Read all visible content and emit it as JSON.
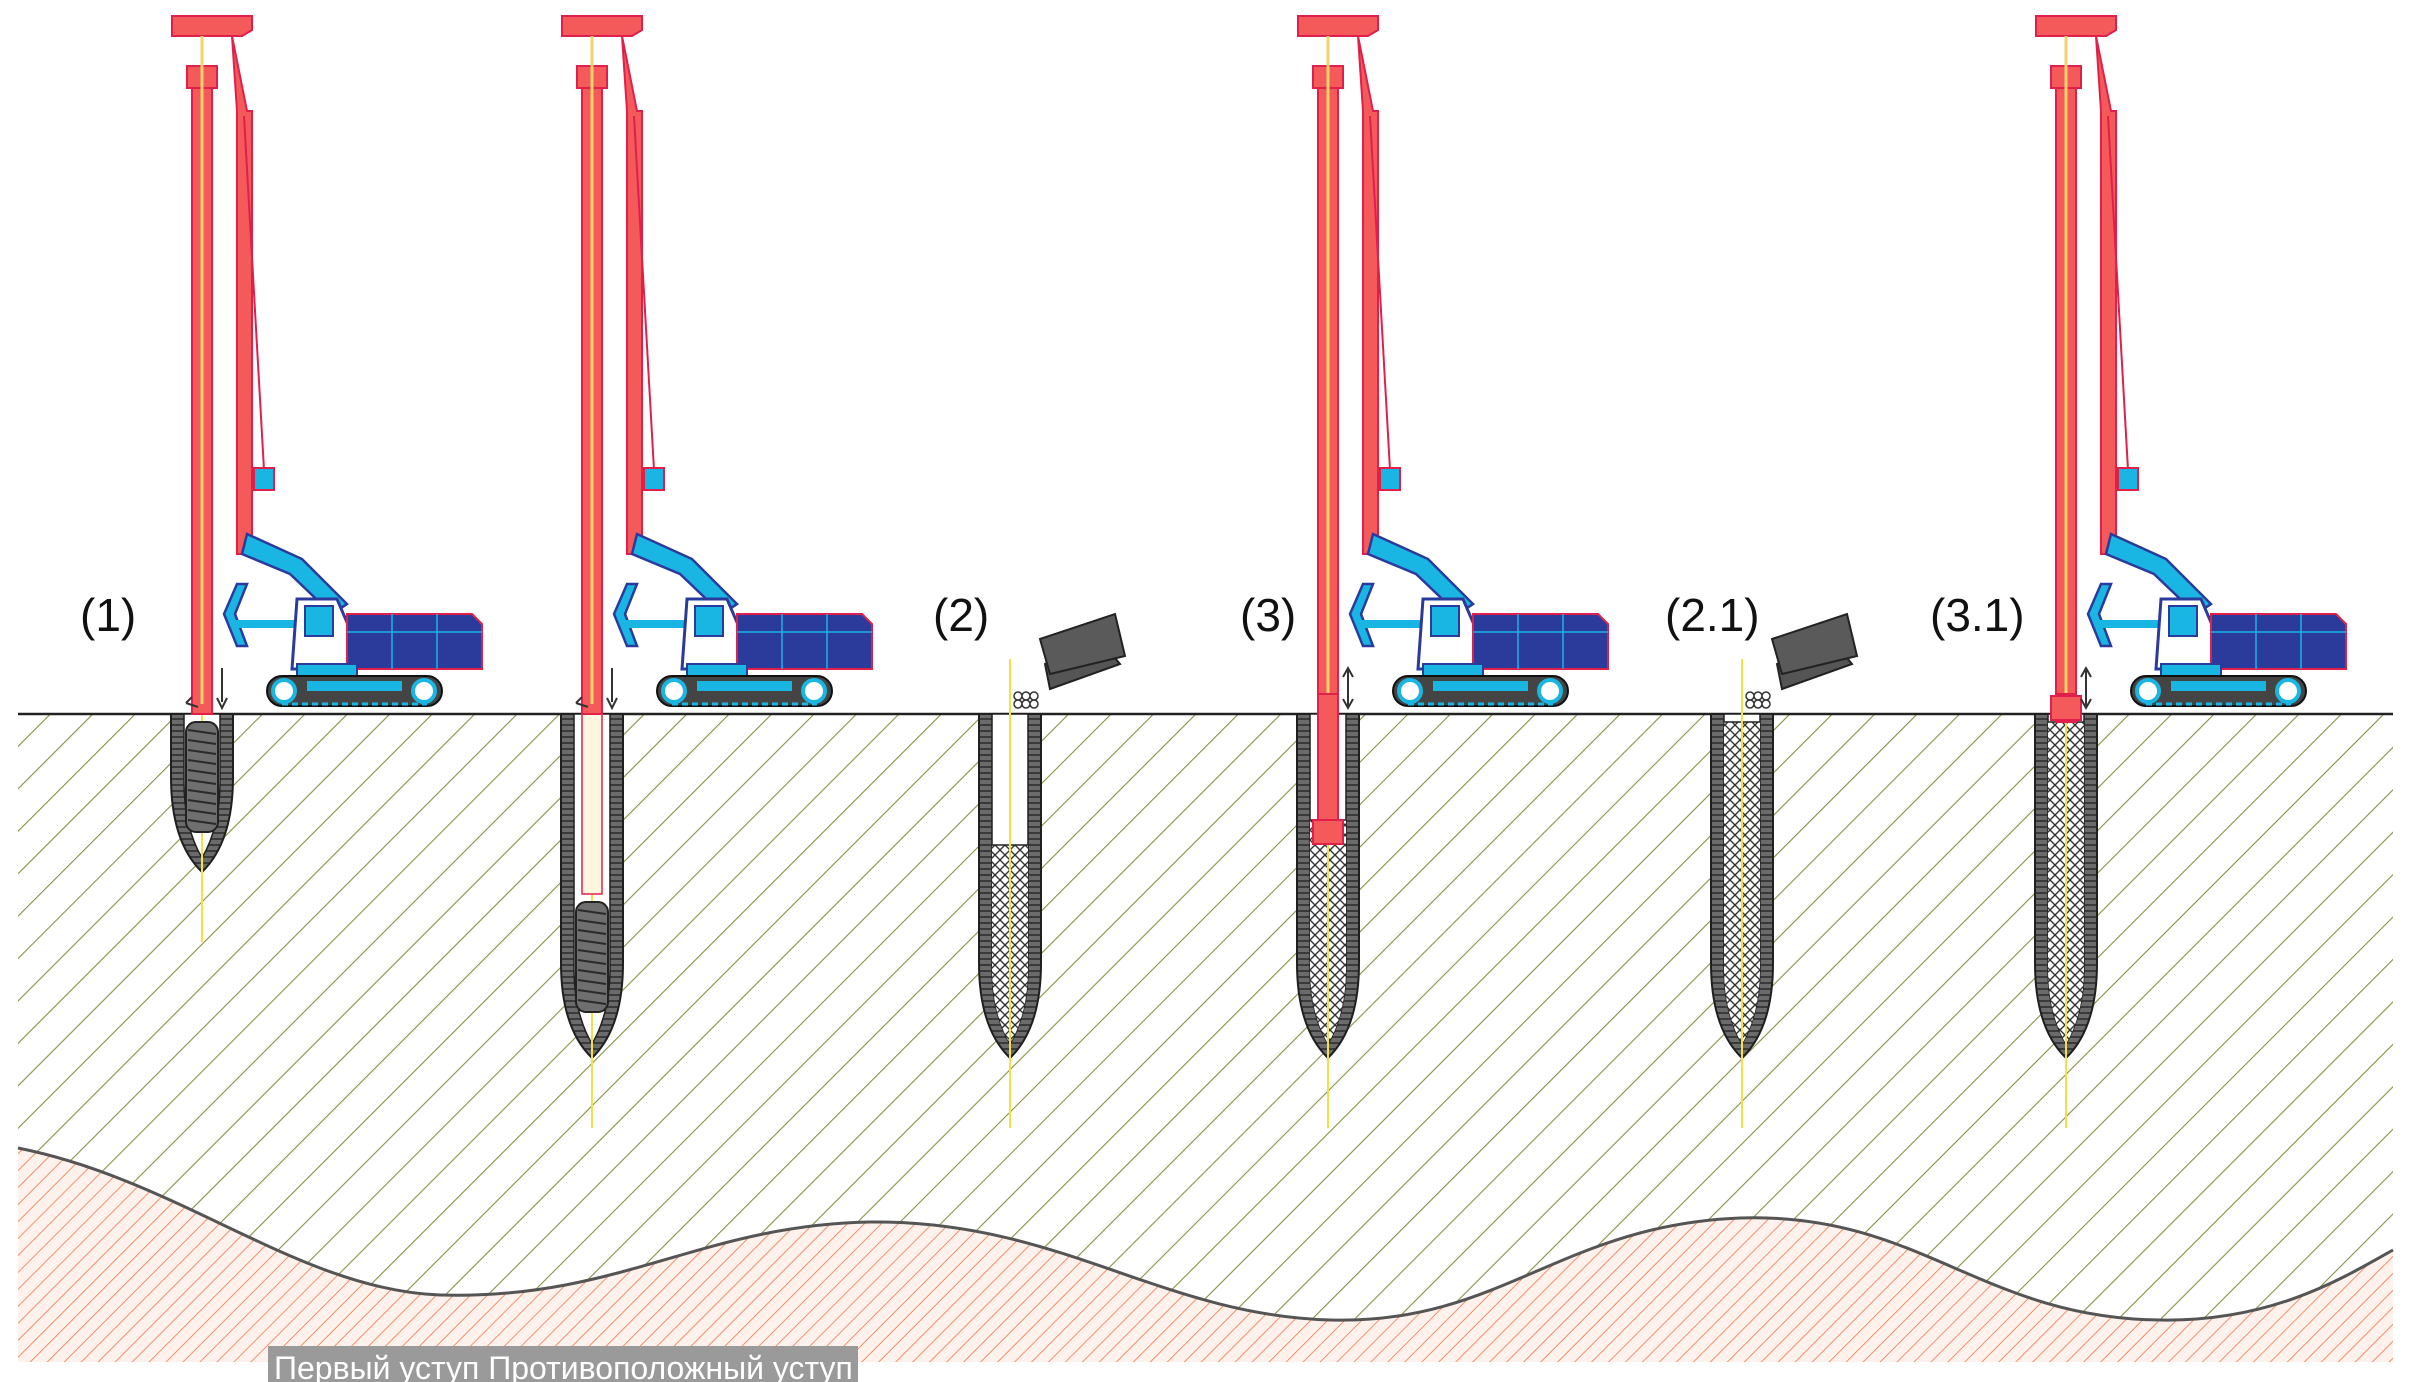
{
  "steps": [
    {
      "label": "(1)",
      "stage": "drill-shallow"
    },
    {
      "label": "",
      "stage": "drill-deep"
    },
    {
      "label": "(2)",
      "stage": "fill"
    },
    {
      "label": "(3)",
      "stage": "compact"
    },
    {
      "label": "(2.1)",
      "stage": "fill"
    },
    {
      "label": "(3.1)",
      "stage": "compact"
    }
  ],
  "caption": "Первый уступ   Противоположный уступ",
  "colors": {
    "mast": "#f45a5a",
    "mast_outline": "#e0204a",
    "drill_rod": "#f5d36a",
    "machine_body": "#2b3b9c",
    "machine_accent": "#19b6e4",
    "track": "#444444",
    "upper_soil_hatch": "#8a8f45",
    "lower_soil_hatch": "#f0906a",
    "casing": "#555555",
    "aggregate": "#777777",
    "hopper": "#555555"
  },
  "icons": [
    "drilling-rig-icon",
    "hopper-icon",
    "auger-icon",
    "arrow-down-icon",
    "arrow-updown-icon"
  ]
}
